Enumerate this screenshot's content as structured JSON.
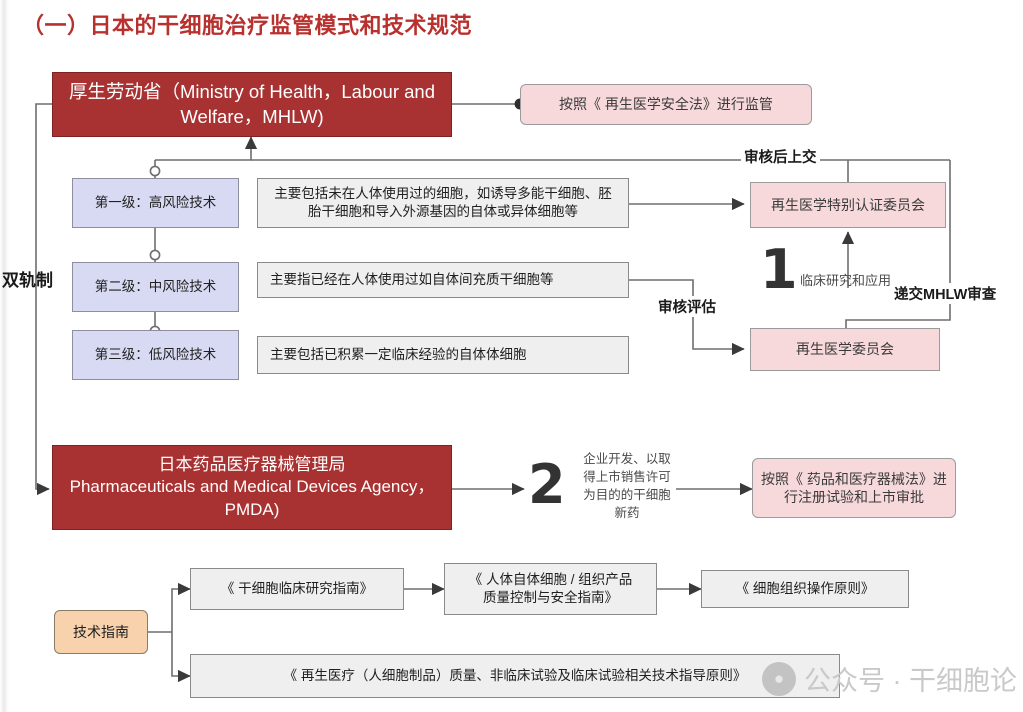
{
  "title": "（一）日本的干细胞治疗监管模式和技术规范",
  "colors": {
    "title": "#b8312f",
    "authority_box": "#a83232",
    "tier_box": "#d7daf2",
    "description_box": "#efefef",
    "committee_box": "#f7d9dc",
    "guideline_root_box": "#f7d2ad",
    "line": "#6e6e6e"
  },
  "authorities": {
    "mhlw": "厚生劳动省（Ministry of Health，Labour and Welfare，MHLW)",
    "pmda": "日本药品医疗器械管理局\nPharmaceuticals and Medical Devices Agency，PMDA)"
  },
  "dual_track_label": "双轨制",
  "law_notes": {
    "mhlw_law": "按照《 再生医学安全法》进行监管",
    "pmda_law": "按照《 药品和医疗器械法》进行注册试验和上市审批"
  },
  "tiers": [
    {
      "level": "第一级：高风险技术",
      "description": "主要包括未在人体使用过的细胞，如诱导多能干细胞、胚胎干细胞和导入外源基因的自体或异体细胞等"
    },
    {
      "level": "第二级：中风险技术",
      "description": "主要指已经在人体使用过如自体间充质干细胞等"
    },
    {
      "level": "第三级：低风险技术",
      "description": "主要包括已积累一定临床经验的自体体细胞"
    }
  ],
  "committees": {
    "special": "再生医学特别认证委员会",
    "general": "再生医学委员会"
  },
  "flow_labels": {
    "submit_after_review": "审核后上交",
    "review_evaluation": "审核评估",
    "submit_mhlw": "递交MHLW审查",
    "clinical_research": "临床研究和应用",
    "enterprise_note": "企业开发、以取得上市销售许可为目的的干细胞新药",
    "num_one": "1",
    "num_two": "2"
  },
  "guidelines": {
    "root": "技术指南",
    "items": [
      "《 干细胞临床研究指南》",
      "《 人体自体细胞 / 组织产品\n质量控制与安全指南》",
      "《 细胞组织操作原则》",
      "《 再生医疗（人细胞制品）质量、非临床试验及临床试验相关技术指导原则》"
    ]
  },
  "watermark": {
    "icon": "wechat-circle-icon",
    "text": "公众号 · 干细胞论"
  }
}
